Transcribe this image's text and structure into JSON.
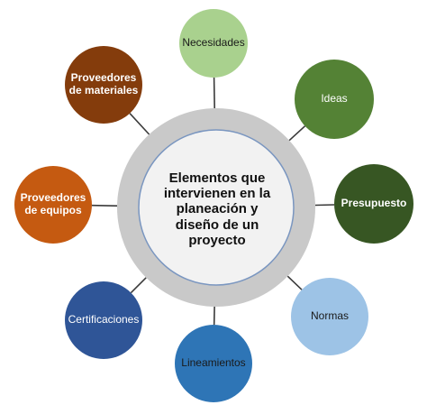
{
  "center": {
    "label": "Elementos que intervienen en la planeación y diseño de un proyecto",
    "ring_color": "#c9c9c9",
    "fill_color": "#f2f2f2",
    "border_color": "#7a96c0"
  },
  "nodes": [
    {
      "id": "necesidades",
      "label": "Necesidades",
      "color": "#a9d18e",
      "text": "dark",
      "bold": false
    },
    {
      "id": "ideas",
      "label": "Ideas",
      "color": "#548235",
      "text": "light",
      "bold": false
    },
    {
      "id": "presupuesto",
      "label": "Presupuesto",
      "color": "#375623",
      "text": "light",
      "bold": true
    },
    {
      "id": "normas",
      "label": "Normas",
      "color": "#9dc3e6",
      "text": "dark",
      "bold": false
    },
    {
      "id": "lineamientos",
      "label": "Lineamientos",
      "color": "#2e75b6",
      "text": "dark",
      "bold": false
    },
    {
      "id": "certificaciones",
      "label": "Certificaciones",
      "color": "#2f5597",
      "text": "light",
      "bold": false
    },
    {
      "id": "proveedores-de-equipos",
      "label": "Proveedores de equipos",
      "color": "#c55a11",
      "text": "light",
      "bold": true
    },
    {
      "id": "proveedores-de-materiales",
      "label": "Proveedores de materiales",
      "color": "#843c0c",
      "text": "light",
      "bold": true
    }
  ],
  "connector_color": "#3a3a3a"
}
